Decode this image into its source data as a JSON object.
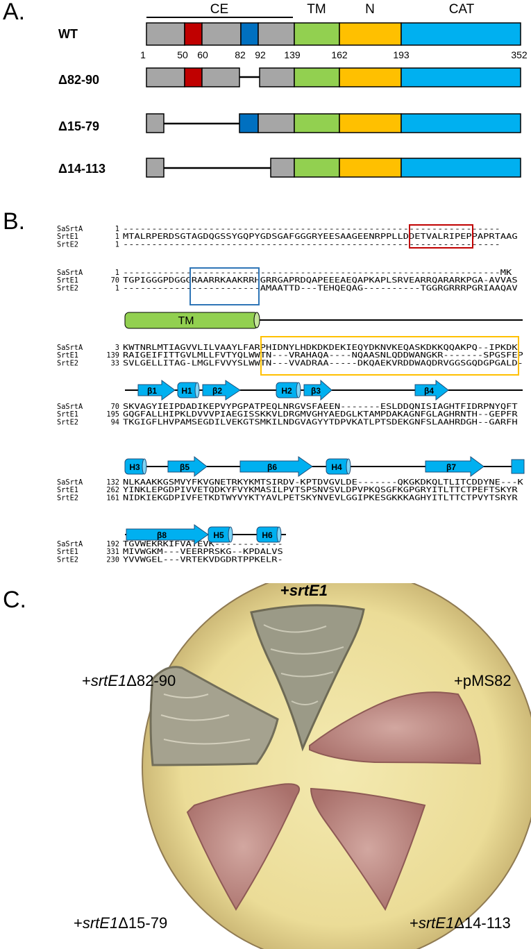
{
  "panelA": {
    "label": "A.",
    "ce_label": "CE",
    "domains": [
      "TM",
      "N",
      "CAT"
    ],
    "constructs": [
      {
        "name": "WT"
      },
      {
        "name": "Δ82-90"
      },
      {
        "name": "Δ15-79"
      },
      {
        "name": "Δ14-113"
      }
    ],
    "positions": [
      "1",
      "50",
      "60",
      "82",
      "92",
      "139",
      "162",
      "193",
      "352"
    ],
    "colors": {
      "grey": "#a6a6a6",
      "red": "#c00000",
      "blue": "#0070c0",
      "green": "#92d050",
      "yellow": "#ffc000",
      "cyan": "#00b0f0"
    }
  },
  "panelB": {
    "label": "B.",
    "blocks": [
      {
        "rows": [
          {
            "name": "SaSrtA",
            "start": "1",
            "seq": "------------------------------------------------------------------"
          },
          {
            "name": "SrtE1",
            "start": "1",
            "seq": "MTALRPERDSGTAGDQGSSYGQPYGDSGAFGGGRYEESAAGEENRPPLLDDETVALRIPEPPAPRTAAG"
          },
          {
            "name": "SrtE2",
            "start": "1",
            "seq": "------------------------------------------------------------------"
          }
        ]
      },
      {
        "rows": [
          {
            "name": "SaSrtA",
            "start": "1",
            "seq": "------------------------------------------------------------------MK"
          },
          {
            "name": "SrtE1",
            "start": "70",
            "seq": "TGPIGGGPDGGGRAARRKAAKRRHGRRGAPRDQAPEEEAEQAPKAPLSRVEARRQARARKPGA-AVVAS"
          },
          {
            "name": "SrtE2",
            "start": "1",
            "seq": "------------------------AMAATTD---TEHQEQAG----------TGGRGRRRPGRIAAQAV"
          }
        ]
      },
      {
        "rows": [
          {
            "name": "SaSrtA",
            "start": "3",
            "seq": "KWTNRLMTIAGVVLILVAAYLFARPHIDNYLHDKDKDEKIEQYDKNVKEQASKDKKQQAKPQ--IPKDK"
          },
          {
            "name": "SrtE1",
            "start": "139",
            "seq": "RAIGEIFITTGVLMLLFVTYQLWWTN---VRAHAQA----NQAASNLQDDWANGKR-------SPGSFEP"
          },
          {
            "name": "SrtE2",
            "start": "33",
            "seq": "SVLGELLITAG-LMGLFVVYSLWWTN---VVADRAA-----DKQAEKVRDDWAQDRVGGSGQDGPGALD-"
          }
        ]
      },
      {
        "rows": [
          {
            "name": "SaSrtA",
            "start": "70",
            "seq": "SKVAGYIEIPDADIKEPVYPGPATPEQLNRGVSFAEEN-------ESLDDQNISIAGHTFIDRPNYQFT"
          },
          {
            "name": "SrtE1",
            "start": "195",
            "seq": "GQGFALLHIPKLDVVVPIAEGISSKKVLDRGMVGHYAEDGLKTAMPDAKAGNFGLAGHRNTH--GEPFR"
          },
          {
            "name": "SrtE2",
            "start": "94",
            "seq": "TKGIGFLHVPAMSEGDILVEKGTSMKILNDGVAGYYTDPVKATLPTSDEKGNFSLAAHRDGH--GARFH"
          }
        ]
      },
      {
        "rows": [
          {
            "name": "SaSrtA",
            "start": "132",
            "seq": "NLKAAKKGSMVYFKVGNETRKYKMTSIRDV-KPTDVGVLDE-------QKGKDKQLTLITCDDYNE---K"
          },
          {
            "name": "SrtE1",
            "start": "262",
            "seq": "YINKLEPGDPIVVETQDKYFVYKMASILPVTSPSNVSVLDPVPKQSGFKGPGRYITLTTCTPEFTSKYR"
          },
          {
            "name": "SrtE2",
            "start": "161",
            "seq": "NIDKIEKGDPIVFETKDTWYVYKTYAVLPETSKYNVEVLGGIPKESGKKKAGHYITLTTCTPVYTSRYR"
          }
        ]
      },
      {
        "rows": [
          {
            "name": "SaSrtA",
            "start": "192",
            "seq": "TGVWEKRKIFVATEVK------------"
          },
          {
            "name": "SrtE1",
            "start": "331",
            "seq": "MIVWGKM---VEERPRSKG--KPDALVS"
          },
          {
            "name": "SrtE2",
            "start": "230",
            "seq": "YVVWGEL---VRTEKVDGDRTPPKELR-"
          }
        ]
      }
    ],
    "tm_label": "TM",
    "ss_row1": [
      "β1",
      "H1",
      "β2",
      "H2",
      "β3",
      "β4"
    ],
    "ss_row2": [
      "H3",
      "β5",
      "β6",
      "H4",
      "β7"
    ],
    "ss_row3": [
      "β8",
      "H5",
      "H6"
    ]
  },
  "panelC": {
    "label": "C.",
    "top_prefix": "+",
    "top_gene": "srtE1",
    "left_prefix": "+",
    "left_gene": "srtE1",
    "left_suffix": "Δ82-90",
    "right_label": "+pMS82",
    "bl_prefix": "+",
    "bl_gene": "srtE1",
    "bl_suffix": "Δ15-79",
    "br_prefix": "+",
    "br_gene": "srtE1",
    "br_suffix": "Δ14-113"
  }
}
